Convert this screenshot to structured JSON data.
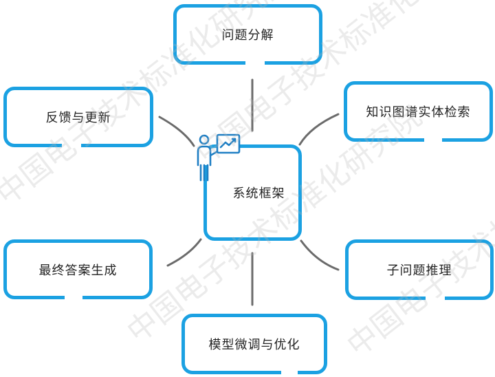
{
  "center": {
    "label": "系统框架",
    "icon": "presenter-chart-icon"
  },
  "nodes": {
    "top": "问题分解",
    "top_left": "反馈与更新",
    "top_right": "知识图谱实体检索",
    "bottom_left": "最终答案生成",
    "bottom_right": "子问题推理",
    "bottom": "模型微调与优化"
  },
  "watermark": "中国电子技术标准化研究院",
  "colors": {
    "accent": "#1ba1e2",
    "connector": "#6b6b6b",
    "text": "#222222"
  }
}
